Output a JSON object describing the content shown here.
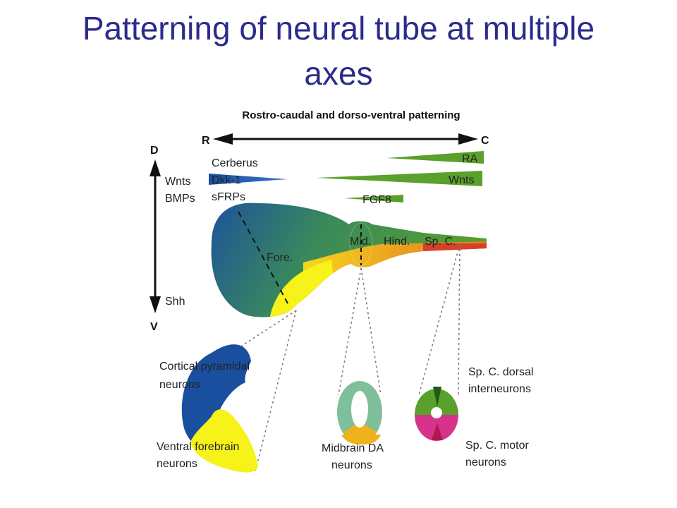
{
  "slide": {
    "title_line1": "Patterning of neural tube at multiple",
    "title_line2": "axes"
  },
  "diagram": {
    "heading": "Rostro-caudal and dorso-ventral patterning",
    "axis_rc": {
      "rostral": "R",
      "caudal": "C"
    },
    "axis_dv": {
      "dorsal": "D",
      "ventral": "V"
    },
    "rostral_signals": [
      "Cerberus",
      "Dkk-1",
      "sFRPs"
    ],
    "caudal_signals": {
      "ra": "RA",
      "wnts": "Wnts",
      "fgf8": "FGF8"
    },
    "dorsal_signals": [
      "Wnts",
      "BMPs"
    ],
    "ventral_signal": "Shh",
    "regions": {
      "fore": "Fore.",
      "mid": "Mid.",
      "hind": "Hind.",
      "spinal": "Sp. C."
    },
    "neuron_types": {
      "cortical_line1": "Cortical pyramidal",
      "cortical_line2": "neurons",
      "ventral_fb_line1": "Ventral forebrain",
      "ventral_fb_line2": "neurons",
      "midbrain_line1": "Midbrain DA",
      "midbrain_line2": "neurons",
      "sc_dorsal_line1": "Sp. C. dorsal",
      "sc_dorsal_line2": "interneurons",
      "sc_motor_line1": "Sp. C. motor",
      "sc_motor_line2": "neurons"
    },
    "colors": {
      "dorsal_blue": "#1a4fa0",
      "green": "#5aa02c",
      "yellow": "#f6f21a",
      "orange": "#e27a28",
      "red": "#d8402a",
      "magenta": "#d6338a",
      "teal": "#7fbf9a",
      "title_blue": "#2b2b8c"
    }
  }
}
